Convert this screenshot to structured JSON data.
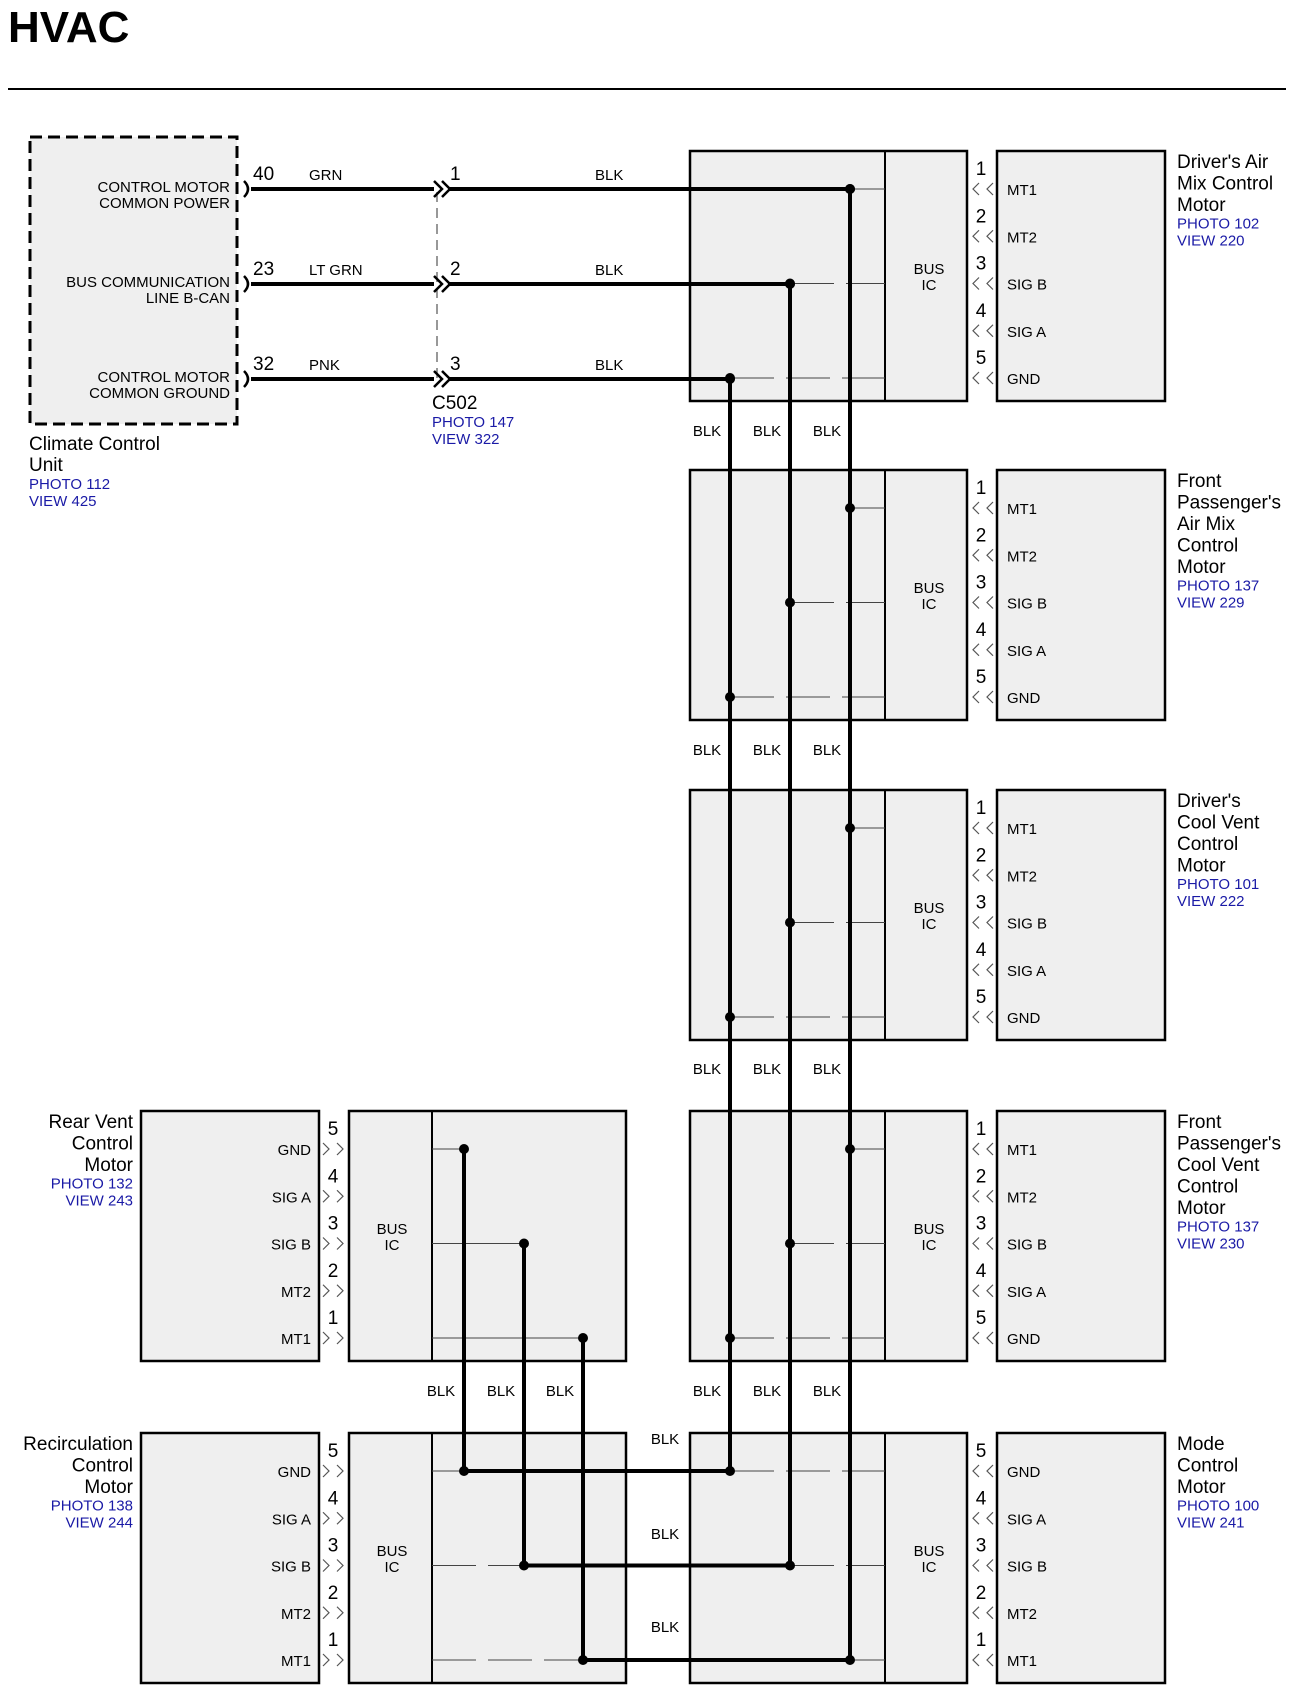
{
  "page_title": "HVAC",
  "climate_unit": {
    "name_line1": "Climate Control",
    "name_line2": "Unit",
    "photo": "PHOTO 112",
    "view": "VIEW 425",
    "pins": [
      {
        "label_line1": "CONTROL MOTOR",
        "label_line2": "COMMON POWER",
        "pin": "40",
        "wire_color": "GRN"
      },
      {
        "label_line1": "BUS COMMUNICATION",
        "label_line2": "LINE B-CAN",
        "pin": "23",
        "wire_color": "LT GRN"
      },
      {
        "label_line1": "CONTROL MOTOR",
        "label_line2": "COMMON GROUND",
        "pin": "32",
        "wire_color": "PNK"
      }
    ]
  },
  "connector": {
    "name": "C502",
    "photo": "PHOTO 147",
    "view": "VIEW 322",
    "pins": [
      "1",
      "2",
      "3"
    ],
    "out_wire_color": "BLK"
  },
  "wire_color": "BLK",
  "bus_ic": {
    "line1": "BUS",
    "line2": "IC"
  },
  "motor_pins_top_down": [
    "MT1",
    "MT2",
    "SIG B",
    "SIG A",
    "GND"
  ],
  "motor_pin_numbers_top_down": [
    "1",
    "2",
    "3",
    "4",
    "5"
  ],
  "motor_pins_bottom": [
    "GND",
    "SIG A",
    "SIG B",
    "MT2",
    "MT1"
  ],
  "motor_pin_numbers_bottom": [
    "5",
    "4",
    "3",
    "2",
    "1"
  ],
  "motors": [
    {
      "lines": [
        "Driver's Air",
        "Mix Control",
        "Motor"
      ],
      "photo": "PHOTO 102",
      "view": "VIEW 220"
    },
    {
      "lines": [
        "Front",
        "Passenger's",
        "Air Mix",
        "Control",
        "Motor"
      ],
      "photo": "PHOTO 137",
      "view": "VIEW 229"
    },
    {
      "lines": [
        "Driver's",
        "Cool Vent",
        "Control",
        "Motor"
      ],
      "photo": "PHOTO 101",
      "view": "VIEW 222"
    },
    {
      "lines": [
        "Front",
        "Passenger's",
        "Cool Vent",
        "Control",
        "Motor"
      ],
      "photo": "PHOTO 137",
      "view": "VIEW 230"
    },
    {
      "lines": [
        "Mode",
        "Control",
        "Motor"
      ],
      "photo": "PHOTO 100",
      "view": "VIEW 241"
    },
    {
      "lines": [
        "Rear Vent",
        "Control",
        "Motor"
      ],
      "photo": "PHOTO 132",
      "view": "VIEW 243"
    },
    {
      "lines": [
        "Recirculation",
        "Control",
        "Motor"
      ],
      "photo": "PHOTO 138",
      "view": "VIEW 244"
    }
  ]
}
